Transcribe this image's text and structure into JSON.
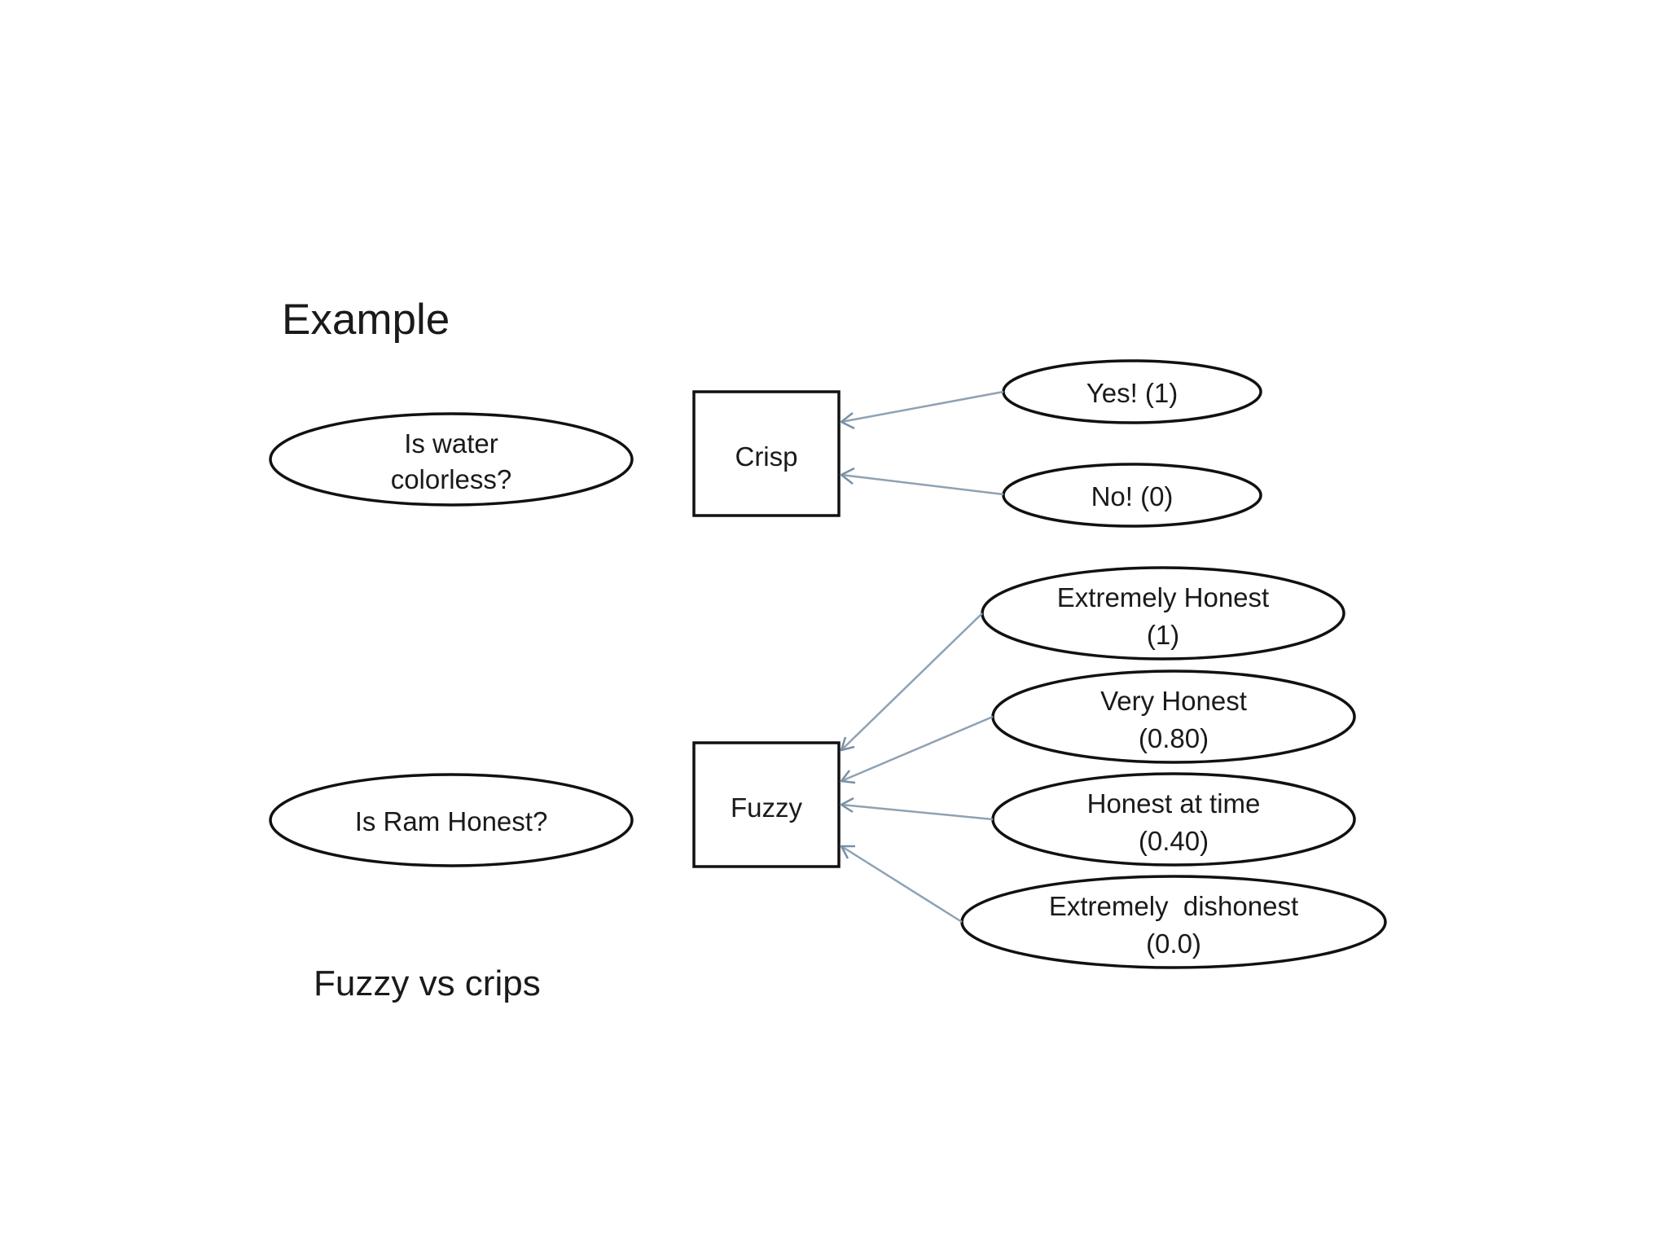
{
  "heading": "Example",
  "caption": "Fuzzy vs crips",
  "questions": {
    "water": [
      "Is water",
      "colorless?"
    ],
    "ram": [
      "Is Ram Honest?"
    ]
  },
  "categories": {
    "crisp": "Crisp",
    "fuzzy": "Fuzzy"
  },
  "crisp_values": [
    {
      "lines": [
        "Yes! (1)"
      ]
    },
    {
      "lines": [
        "No! (0)"
      ]
    }
  ],
  "fuzzy_values": [
    {
      "lines": [
        "Extremely Honest",
        "(1)"
      ]
    },
    {
      "lines": [
        "Very Honest",
        "(0.80)"
      ]
    },
    {
      "lines": [
        "Honest at time",
        "(0.40)"
      ]
    },
    {
      "lines": [
        "Extremely  dishonest",
        "(0.0)"
      ]
    }
  ],
  "colors": {
    "outline": "#111111",
    "connector": "#8ea2b4",
    "text": "#1a1a1a"
  }
}
